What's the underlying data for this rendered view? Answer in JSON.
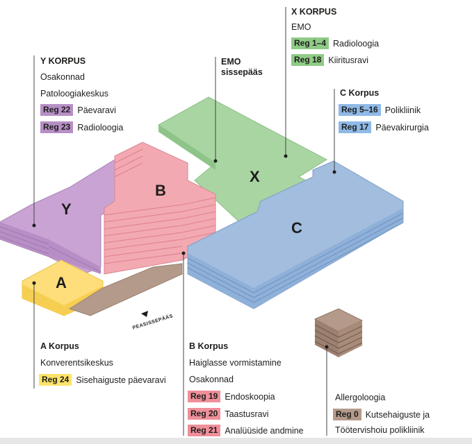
{
  "colors": {
    "Y": "#c9a3d3",
    "B": "#f3a9b2",
    "X": "#a9d5a2",
    "C": "#a2bddd",
    "A": "#fdde7a",
    "brown": "#b49a8a",
    "reg_purple": "#b78fc6",
    "reg_pink": "#ef8f9a",
    "reg_green": "#8fcb86",
    "reg_blue": "#8fb9e6",
    "reg_yellow": "#fde36a",
    "reg_brown": "#b49a8a"
  },
  "buildings": {
    "Y": "Y",
    "B": "B",
    "X": "X",
    "C": "C",
    "A": "A"
  },
  "entrance": "PEASISSEPÄÄS",
  "emo_entrance": "EMO sissepääs",
  "x_korpus": {
    "title": "X KORPUS",
    "line1": "EMO",
    "regs": [
      {
        "code": "Reg 1–4",
        "name": "Radioloogia"
      },
      {
        "code": "Reg 18",
        "name": "Kiiritusravi"
      }
    ]
  },
  "y_korpus": {
    "title": "Y KORPUS",
    "line1": "Osakonnad",
    "line2": "Patoloogiakeskus",
    "regs": [
      {
        "code": "Reg 22",
        "name": "Päevaravi"
      },
      {
        "code": "Reg 23",
        "name": "Radioloogia"
      }
    ]
  },
  "c_korpus": {
    "title": "C Korpus",
    "regs": [
      {
        "code": "Reg 5–16",
        "name": "Polikliinik"
      },
      {
        "code": "Reg 17",
        "name": "Päevakirurgia"
      }
    ]
  },
  "a_korpus": {
    "title": "A Korpus",
    "line1": "Konverentsikeskus",
    "regs": [
      {
        "code": "Reg 24",
        "name": "Sisehaiguste päevaravi"
      }
    ]
  },
  "b_korpus": {
    "title": "B Korpus",
    "line1": "Haiglasse vormistamine",
    "line2": "Osakonnad",
    "regs": [
      {
        "code": "Reg 19",
        "name": "Endoskoopia"
      },
      {
        "code": "Reg 20",
        "name": "Taastusravi"
      },
      {
        "code": "Reg 21",
        "name": "Analüüside andmine"
      }
    ]
  },
  "separate": {
    "line1": "Allergoloogia",
    "reg": {
      "code": "Reg 0",
      "name": "Kutsehaiguste ja"
    },
    "line2": "Töötervishoiu polikliinik"
  }
}
